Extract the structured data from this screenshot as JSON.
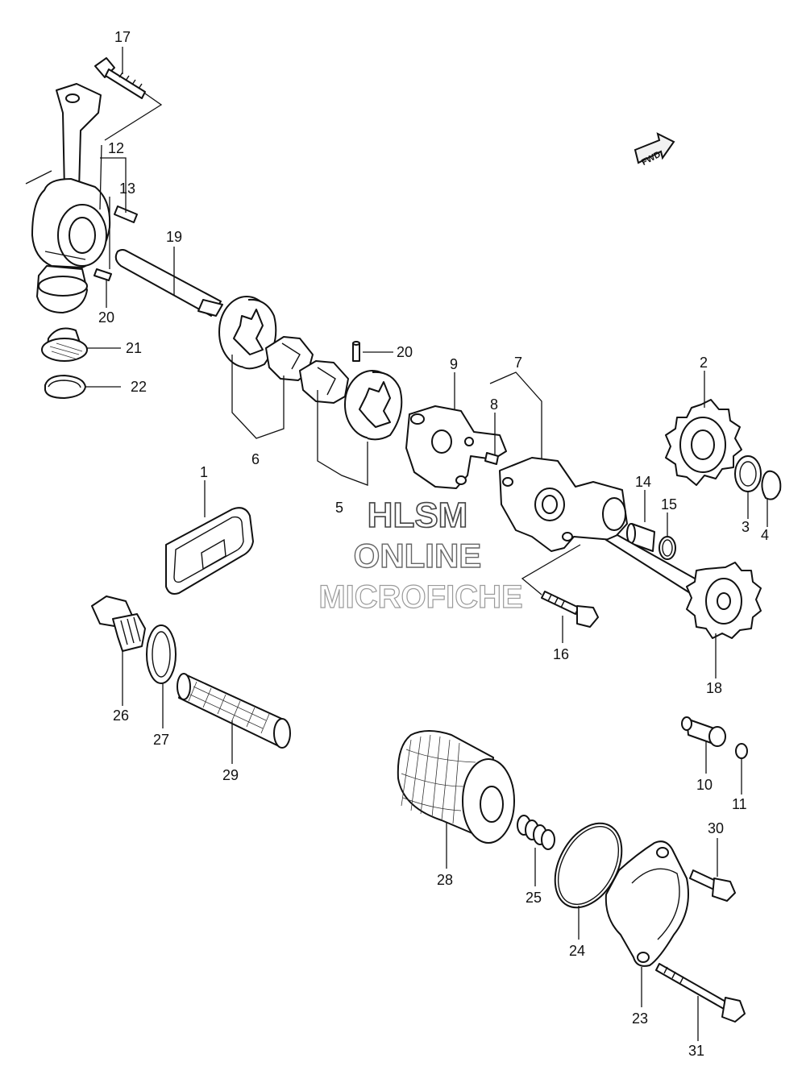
{
  "callouts": {
    "p1": "1",
    "p2": "2",
    "p3": "3",
    "p4": "4",
    "p5": "5",
    "p6": "6",
    "p7": "7",
    "p8": "8",
    "p9": "9",
    "p10": "10",
    "p11": "11",
    "p12": "12",
    "p13": "13",
    "p14": "14",
    "p15": "15",
    "p16": "16",
    "p17": "17",
    "p18": "18",
    "p19": "19",
    "p20a": "20",
    "p20b": "20",
    "p21": "21",
    "p22": "22",
    "p23": "23",
    "p24": "24",
    "p25": "25",
    "p26": "26",
    "p27": "27",
    "p28": "28",
    "p29": "29",
    "p30": "30",
    "p31": "31"
  },
  "fwd_label": "FWD",
  "watermark": {
    "line1": "HLSM",
    "line2": "ONLINE",
    "line3": "MICROFICHE"
  }
}
